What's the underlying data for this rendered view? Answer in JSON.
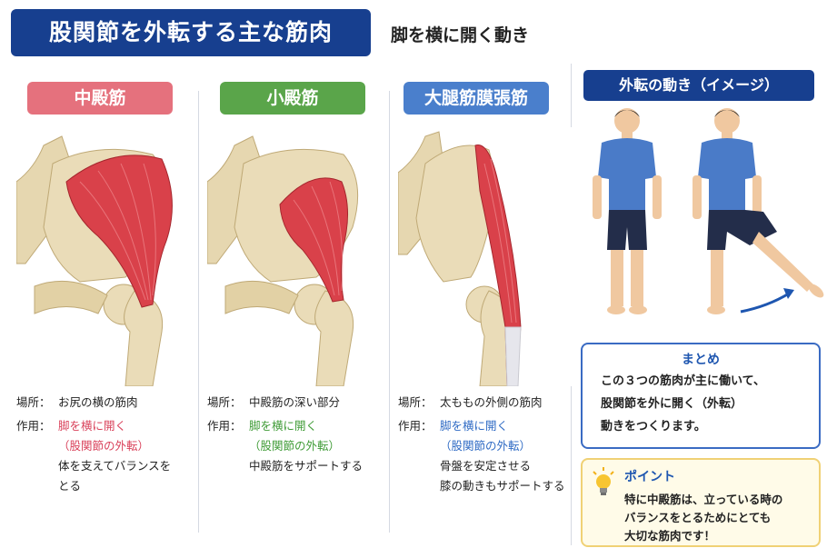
{
  "title": "股関節を外転する主な筋肉",
  "subtitle": "脚を横に開く動き",
  "muscles": [
    {
      "name": "中殿筋",
      "location_label": "場所：",
      "location": "お尻の横の筋肉",
      "action_label": "作用：",
      "action_main": "脚を横に開く",
      "action_sub": "（股関節の外転）",
      "notes": [
        "体を支えてバランスを",
        "とる"
      ]
    },
    {
      "name": "小殿筋",
      "location_label": "場所：",
      "location": "中殿筋の深い部分",
      "action_label": "作用：",
      "action_main": "脚を横に開く",
      "action_sub": "（股関節の外転）",
      "notes": [
        "中殿筋をサポートする"
      ]
    },
    {
      "name": "大腿筋膜張筋",
      "location_label": "場所：",
      "location": "太ももの外側の筋肉",
      "action_label": "作用：",
      "action_main": "脚を横に開く",
      "action_sub": "（股関節の外転）",
      "notes": [
        "骨盤を安定させる",
        "膝の動きもサポートする"
      ]
    }
  ],
  "motion_panel": {
    "title": "外転の動き（イメージ）"
  },
  "summary": {
    "heading": "まとめ",
    "lines": [
      "この３つの筋肉が主に働いて、",
      "股関節を外に開く（外転）",
      "動きをつくります。"
    ]
  },
  "point": {
    "heading": "ポイント",
    "lines": [
      "特に中殿筋は、立っている時の",
      "バランスをとるためにとても",
      "大切な筋肉です！"
    ]
  },
  "colors": {
    "navy": "#173f8f",
    "pink": "#e5717d",
    "green": "#5aa54a",
    "blue": "#4a7fcc",
    "muscle_red": "#d9414a",
    "bone": "#eadcb8"
  }
}
